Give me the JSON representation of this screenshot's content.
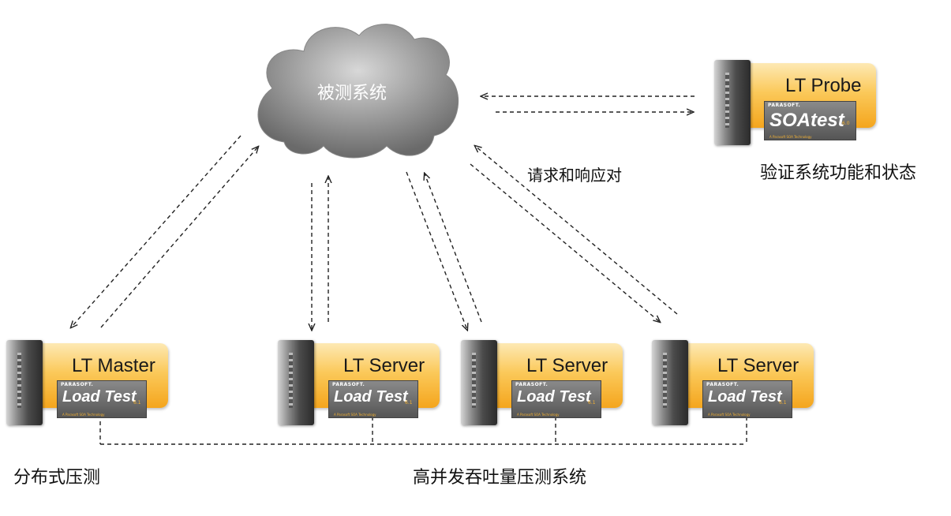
{
  "cloud": {
    "label": "被测系统"
  },
  "arrow_label": "请求和响应对",
  "probe": {
    "title": "LT Probe",
    "logo_brand": "PARASOFT.",
    "logo_product": "SOAtest",
    "logo_version": "6.0",
    "logo_tag": "A Parasoft SOA Technology",
    "caption": "验证系统功能和状态"
  },
  "nodes": [
    {
      "title": "LT Master",
      "logo_brand": "PARASOFT.",
      "logo_product": "Load Test",
      "logo_version": "6.1",
      "logo_tag": "A Parasoft SOA Technology"
    },
    {
      "title": "LT Server",
      "logo_brand": "PARASOFT.",
      "logo_product": "Load Test",
      "logo_version": "6.1",
      "logo_tag": "A Parasoft SOA Technology"
    },
    {
      "title": "LT Server",
      "logo_brand": "PARASOFT.",
      "logo_product": "Load Test",
      "logo_version": "6.1",
      "logo_tag": "A Parasoft SOA Technology"
    },
    {
      "title": "LT Server",
      "logo_brand": "PARASOFT.",
      "logo_product": "Load Test",
      "logo_version": "6.1",
      "logo_tag": "A Parasoft SOA Technology"
    }
  ],
  "captions": {
    "distributed": "分布式压测",
    "system": "高并发吞吐量压测系统"
  },
  "colors": {
    "box_top": "#fde9b4",
    "box_bottom": "#f4a51d",
    "arrow": "#222222",
    "cloud": "#9a9a9a"
  }
}
